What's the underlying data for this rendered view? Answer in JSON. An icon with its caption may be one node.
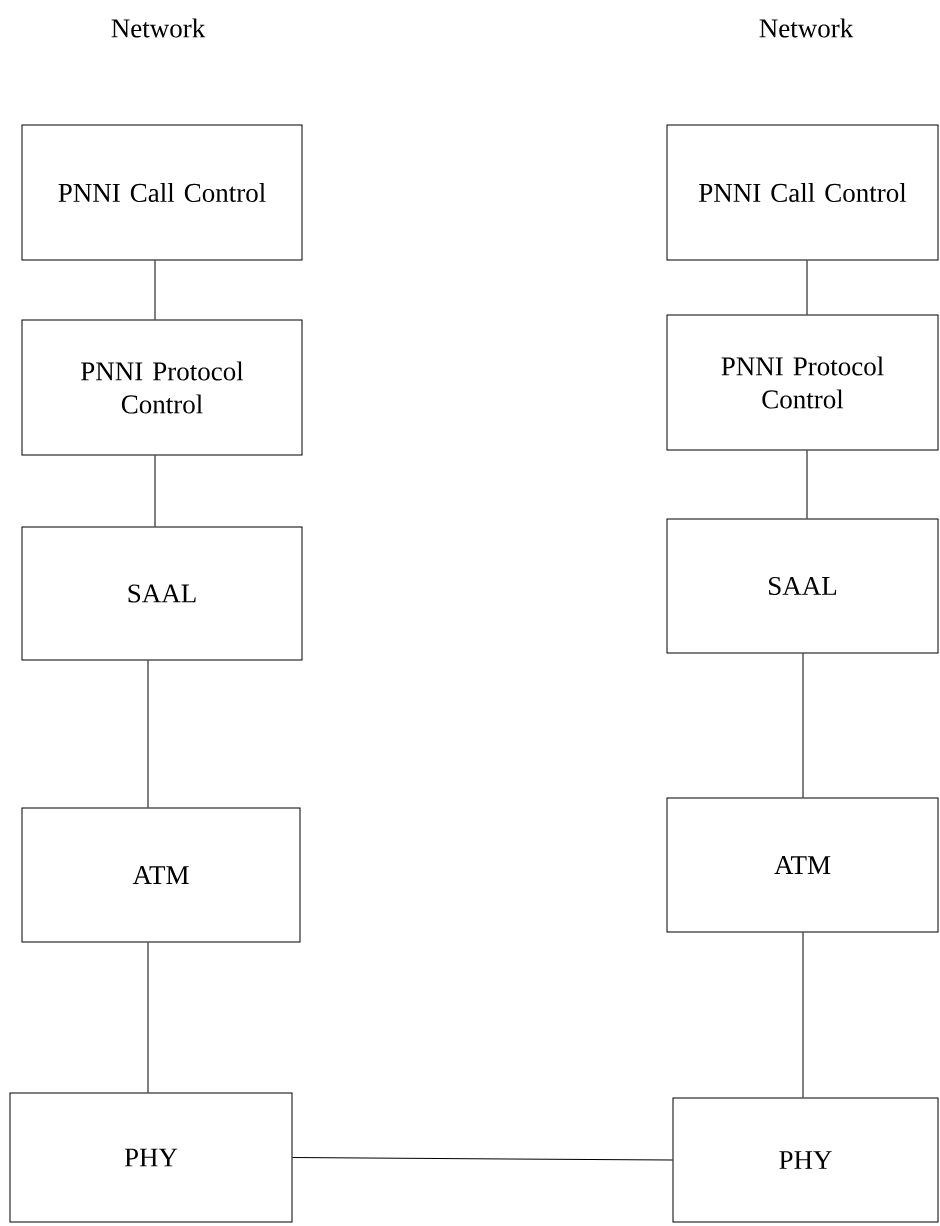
{
  "diagram": {
    "nodes": [
      {
        "text": [
          "PNNI Call Control"
        ]
      },
      {
        "text": [
          "PNNI Protocol Control"
        ]
      },
      {
        "text": [
          "SAAL"
        ]
      },
      {
        "text": [
          "ATM"
        ]
      },
      {
        "text": [
          "PHY"
        ]
      },
      {
        "text": [
          "PNNI Call Control"
        ]
      },
      {
        "text": [
          "PNNI Protocol Control"
        ]
      },
      {
        "text": [
          "SAAL"
        ]
      },
      {
        "text": [
          "ATM"
        ]
      },
      {
        "text": [
          "PHY"
        ]
      }
    ],
    "edges": [
      {
        "from": 0,
        "to": 1,
        "arrow": "none"
      },
      {
        "from": 1,
        "to": 2,
        "arrow": "none"
      },
      {
        "from": 2,
        "to": 3,
        "arrow": "none"
      },
      {
        "from": 3,
        "to": 4,
        "arrow": "none"
      },
      {
        "from": 5,
        "to": 6,
        "arrow": "none"
      },
      {
        "from": 6,
        "to": 7,
        "arrow": "none"
      },
      {
        "from": 7,
        "to": 8,
        "arrow": "none"
      },
      {
        "from": 8,
        "to": 9,
        "arrow": "none"
      },
      {
        "from": 4,
        "to": 9,
        "arrow": "none"
      }
    ],
    "labels": [
      "Network",
      "Network"
    ]
  }
}
